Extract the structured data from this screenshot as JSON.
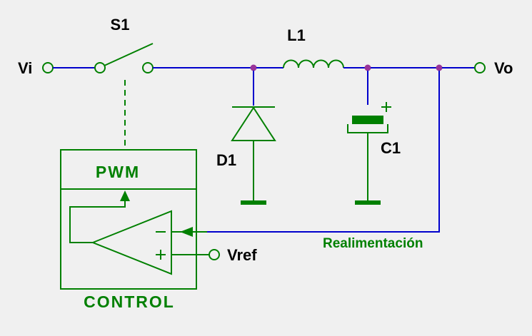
{
  "labels": {
    "vi": "Vi",
    "s1": "S1",
    "l1": "L1",
    "vo": "Vo",
    "d1": "D1",
    "c1": "C1",
    "pwm": "PWM",
    "control": "CONTROL",
    "vref": "Vref",
    "feedback": "Realimentación"
  },
  "colors": {
    "green": "#008000",
    "blue": "#0000cc",
    "purple": "#993399",
    "bg": "#f0f0f0",
    "black": "#000000"
  }
}
